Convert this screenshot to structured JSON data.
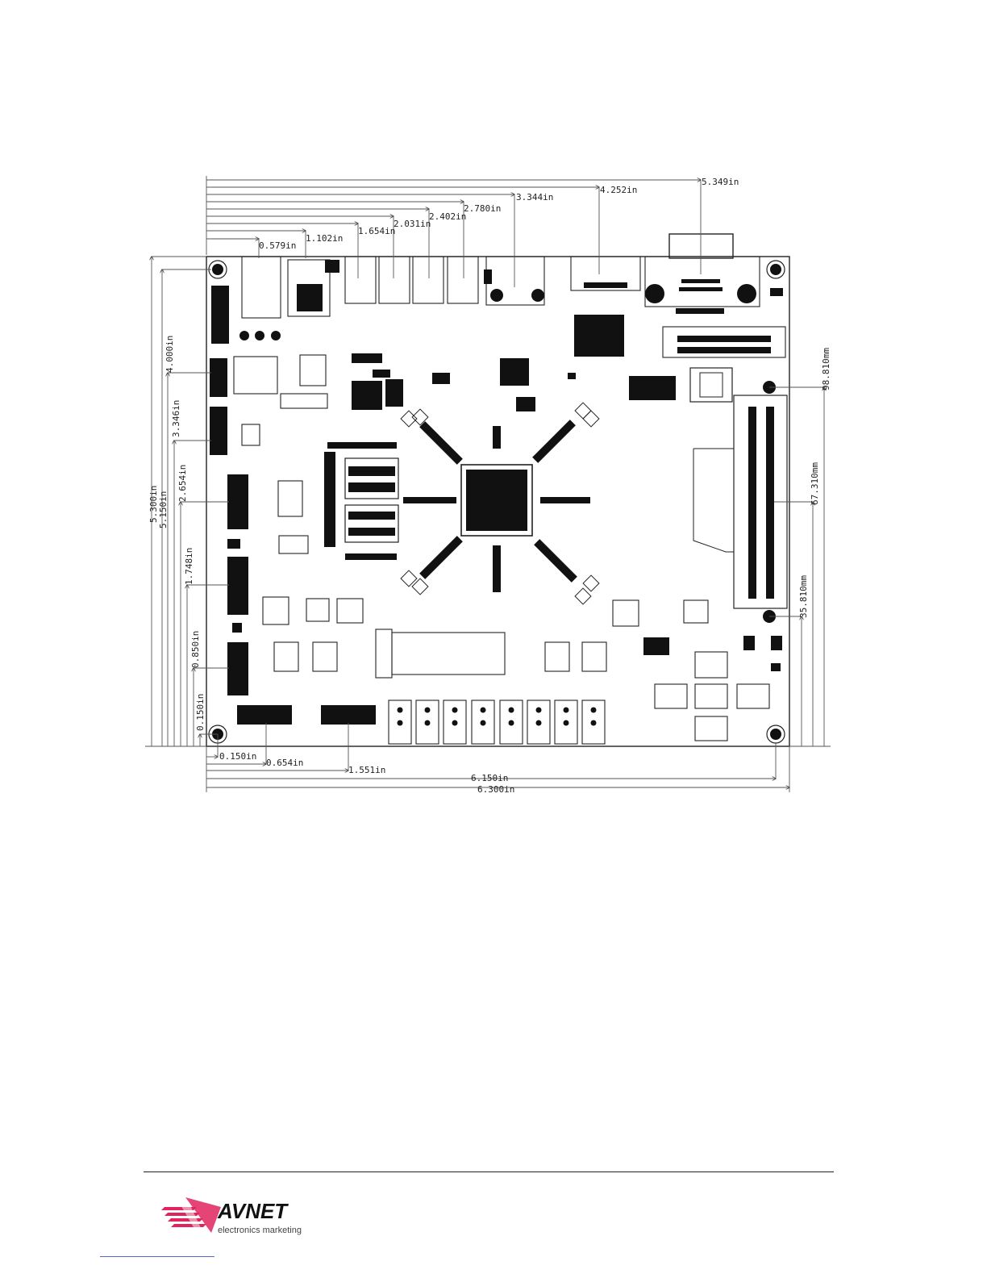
{
  "dimensions": {
    "top": [
      "0.579in",
      "1.102in",
      "1.654in",
      "2.031in",
      "2.402in",
      "2.780in",
      "3.344in",
      "4.252in",
      "5.349in"
    ],
    "left": [
      "5.300in",
      "5.150in",
      "4.000in",
      "3.346in",
      "2.654in",
      "1.748in",
      "0.850in",
      "0.150in"
    ],
    "right": [
      "98.810mm",
      "67.310mm",
      "35.810mm"
    ],
    "bottom": [
      "0.150in",
      "0.654in",
      "1.551in",
      "6.150in",
      "6.300in"
    ]
  },
  "logo": {
    "brand": "AVNET",
    "tagline": "electronics marketing",
    "color": "#e0245e"
  },
  "colors": {
    "ink": "#222222",
    "dim": "#555555",
    "fill": "#111111"
  }
}
